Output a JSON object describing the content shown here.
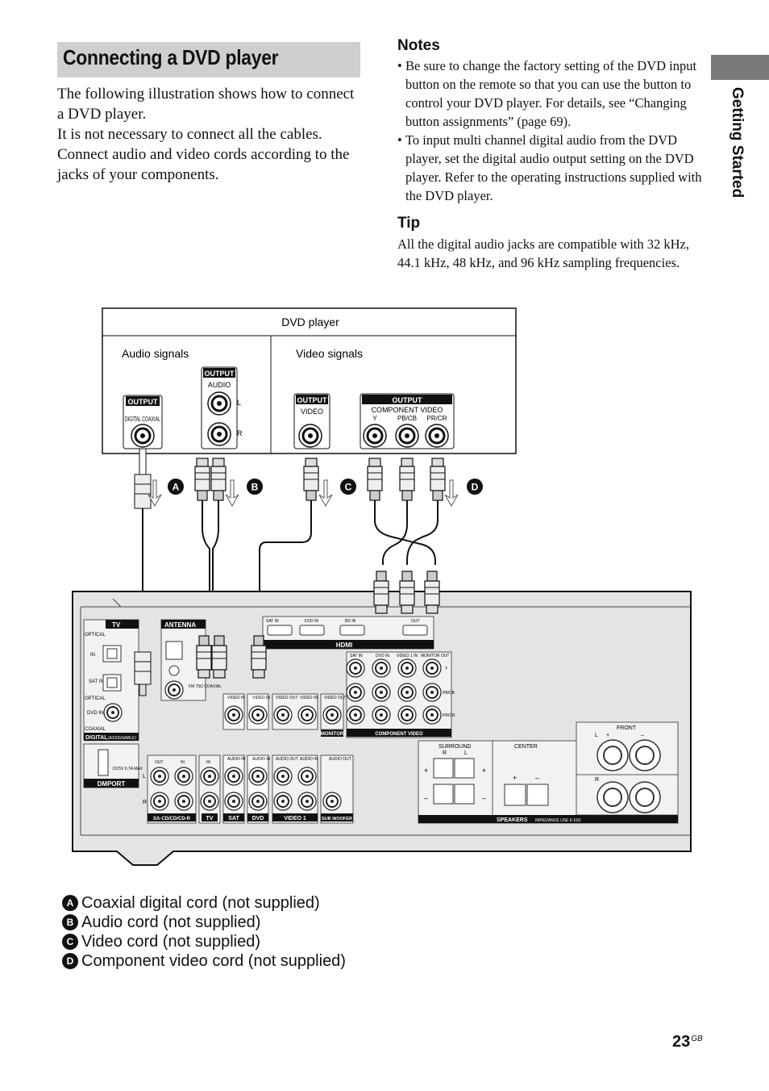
{
  "section": {
    "title": "Connecting a DVD player",
    "side_label": "Getting Started"
  },
  "intro": {
    "lines": [
      "The following illustration shows how to connect a DVD player.",
      "It is not necessary to connect all the cables.",
      "Connect audio and video cords according to the jacks of your components."
    ]
  },
  "notes": {
    "heading": "Notes",
    "items": [
      "Be sure to change the factory setting of the DVD input button on the remote so that you can use the button to control your DVD player. For details, see “Changing button assignments” (page 69).",
      "To input multi channel digital audio from the DVD player, set the digital audio output setting on the DVD player. Refer to the operating instructions supplied with the DVD player."
    ]
  },
  "tip": {
    "heading": "Tip",
    "text": "All the digital audio jacks are compatible with 32 kHz, 44.1 kHz, 48 kHz, and 96 kHz sampling frequencies."
  },
  "diagram": {
    "dvd_player_label": "DVD player",
    "audio_signals_label": "Audio signals",
    "video_signals_label": "Video signals",
    "output_label": "OUTPUT",
    "digital_coaxial_label": "DIGITAL COAXIAL",
    "audio_label": "AUDIO",
    "l_label": "L",
    "r_label": "R",
    "video_label": "VIDEO",
    "component_video_label": "COMPONENT VIDEO",
    "y_label": "Y",
    "pb_label": "PB/CB",
    "pr_label": "PR/CR",
    "cable_letters": [
      "A",
      "B",
      "C",
      "D"
    ],
    "receiver": {
      "tv": "TV",
      "optical": "OPTICAL",
      "in": "IN",
      "sat_in": "SAT IN",
      "dvd_in": "DVD IN",
      "coaxial": "COAXIAL",
      "digital": "DIGITAL",
      "assignable": "(ASSIGNABLE)",
      "dmport": "DMPORT",
      "dmport_power": "DC5V 0.7A MAX",
      "antenna": "ANTENNA",
      "fm": "FM 75Ω COAXIAL",
      "hdmi": "HDMI",
      "hdmi_sat_in": "SAT IN",
      "hdmi_dvd_in": "DVD IN",
      "hdmi_bd_in": "BD IN",
      "hdmi_out": "OUT",
      "cv_sat_in": "SAT IN",
      "cv_dvd_in": "DVD IN",
      "cv_video1_in": "VIDEO 1 IN",
      "cv_monitor_out": "MONITOR OUT",
      "y": "Y",
      "pb": "PB/CB",
      "pr": "PR/CR",
      "monitor": "MONITOR",
      "component_video": "COMPONENT VIDEO",
      "out": "OUT",
      "video_in": "VIDEO IN",
      "video_out": "VIDEO OUT",
      "audio_in": "AUDIO IN",
      "audio_out": "AUDIO OUT",
      "l": "L",
      "r": "R",
      "sacd": "SA-CD/CD/CD-R",
      "tv_label": "TV",
      "sat": "SAT",
      "dvd": "DVD",
      "video1": "VIDEO 1",
      "subwoofer": "SUB WOOFER",
      "surround": "SURROUND",
      "center": "CENTER",
      "front": "FRONT",
      "speakers": "SPEAKERS",
      "impedance": "IMPEDANCE USE 6-16Ω",
      "plus": "+",
      "minus": "–"
    }
  },
  "legend": [
    {
      "letter": "A",
      "text": "Coaxial digital cord (not supplied)"
    },
    {
      "letter": "B",
      "text": "Audio cord (not supplied)"
    },
    {
      "letter": "C",
      "text": "Video cord (not supplied)"
    },
    {
      "letter": "D",
      "text": "Component video cord (not supplied)"
    }
  ],
  "page": {
    "number": "23",
    "suffix": "GB"
  }
}
